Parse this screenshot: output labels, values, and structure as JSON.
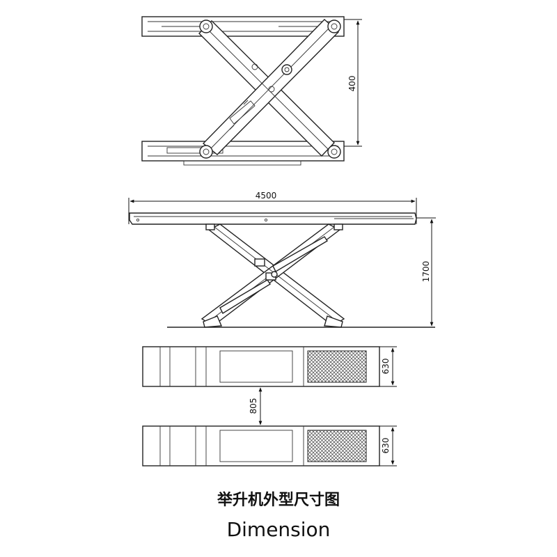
{
  "titles": {
    "chinese": "举升机外型尺寸图",
    "english": "Dimension"
  },
  "dimensions": {
    "top_height": "400",
    "platform_length": "4500",
    "lift_height": "1700",
    "platform_width_upper": "630",
    "platform_gap": "805",
    "platform_width_lower": "630"
  }
}
